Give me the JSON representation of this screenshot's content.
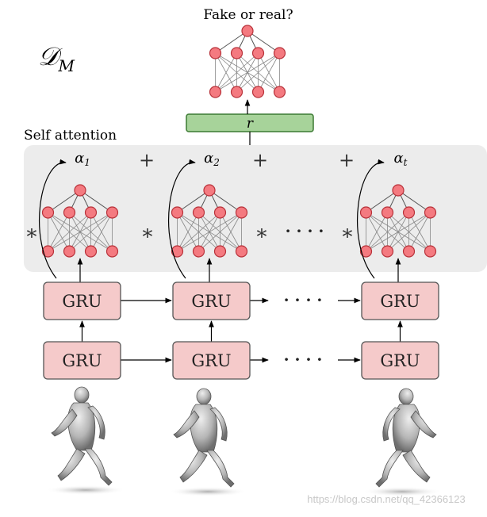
{
  "discriminator_label": "𝒟",
  "discriminator_subscript": "M",
  "top_question": "Fake or real?",
  "reward_label": "r",
  "section_label": "Self attention",
  "gru_label": "GRU",
  "alphas": [
    {
      "symbol": "α",
      "subscript": "1"
    },
    {
      "symbol": "α",
      "subscript": "2"
    },
    {
      "symbol": "α",
      "subscript": "t"
    }
  ],
  "plus_symbol": "+",
  "multiply_symbol": "∗",
  "ellipsis": "· · · ·",
  "ellipsis_gru": "· · · ·",
  "watermark": "https://blog.csdn.net/qq_42366123",
  "colors": {
    "attention_bg": "#ececec",
    "node_fill": "#f47a80",
    "node_stroke": "#b8323a",
    "gru_fill": "#f5caca",
    "gru_stroke": "#555555",
    "reward_fill": "#a7d39a",
    "reward_stroke": "#3c7a33",
    "edge": "#888888"
  },
  "human_icon": "running-human-mesh"
}
